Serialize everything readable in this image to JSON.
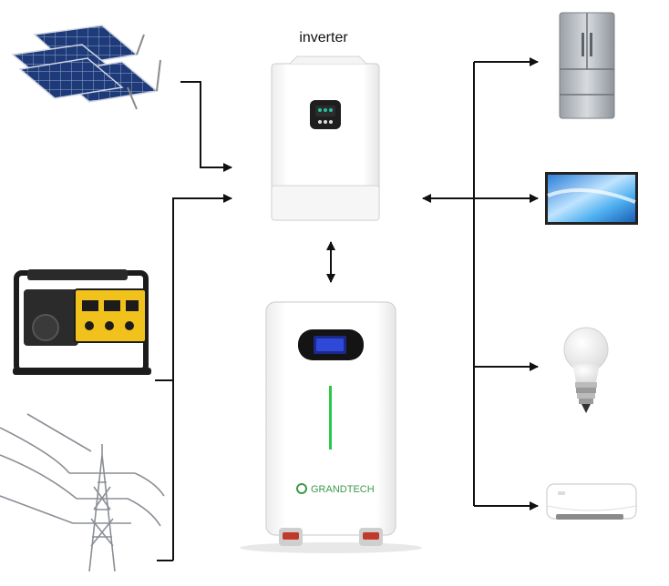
{
  "diagram": {
    "inverter_label": "inverter",
    "battery_brand": "GRANDTECH",
    "sources": [
      "solar-panel",
      "generator",
      "power-grid-tower"
    ],
    "loads": [
      "refrigerator",
      "television",
      "light-bulb",
      "air-conditioner"
    ],
    "colors": {
      "arrow": "#111111",
      "screen": "#1a2a8a",
      "battery_led": "#2bc94a",
      "brand": "#3c9a4a"
    }
  }
}
